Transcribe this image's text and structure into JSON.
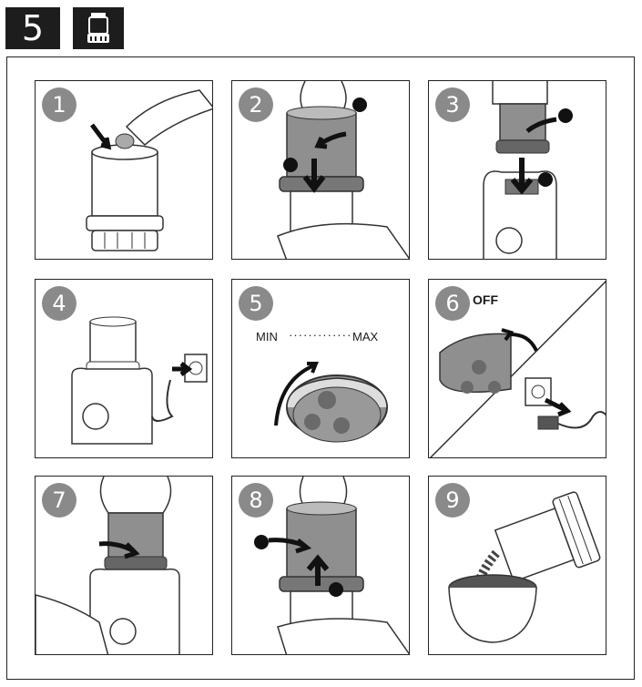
{
  "header": {
    "section_number": "5",
    "product_icon": "grinder-jar-icon"
  },
  "steps": [
    {
      "number": "1",
      "icon": "insert-blade-illustration"
    },
    {
      "number": "2",
      "icon": "attach-blade-unit-illustration"
    },
    {
      "number": "3",
      "icon": "mount-jar-on-base-illustration"
    },
    {
      "number": "4",
      "icon": "plug-in-illustration"
    },
    {
      "number": "5",
      "icon": "turn-dial-illustration",
      "min_label": "MIN",
      "dots": "·············",
      "max_label": "MAX"
    },
    {
      "number": "6",
      "icon": "switch-off-unplug-illustration",
      "off_label": "OFF"
    },
    {
      "number": "7",
      "icon": "remove-jar-illustration"
    },
    {
      "number": "8",
      "icon": "detach-blade-unit-illustration"
    },
    {
      "number": "9",
      "icon": "pour-out-illustration"
    }
  ],
  "colors": {
    "badge": "#1d1d1d",
    "step_circle": "#8a8a8a",
    "jar_grey": "#8f8f8f"
  }
}
